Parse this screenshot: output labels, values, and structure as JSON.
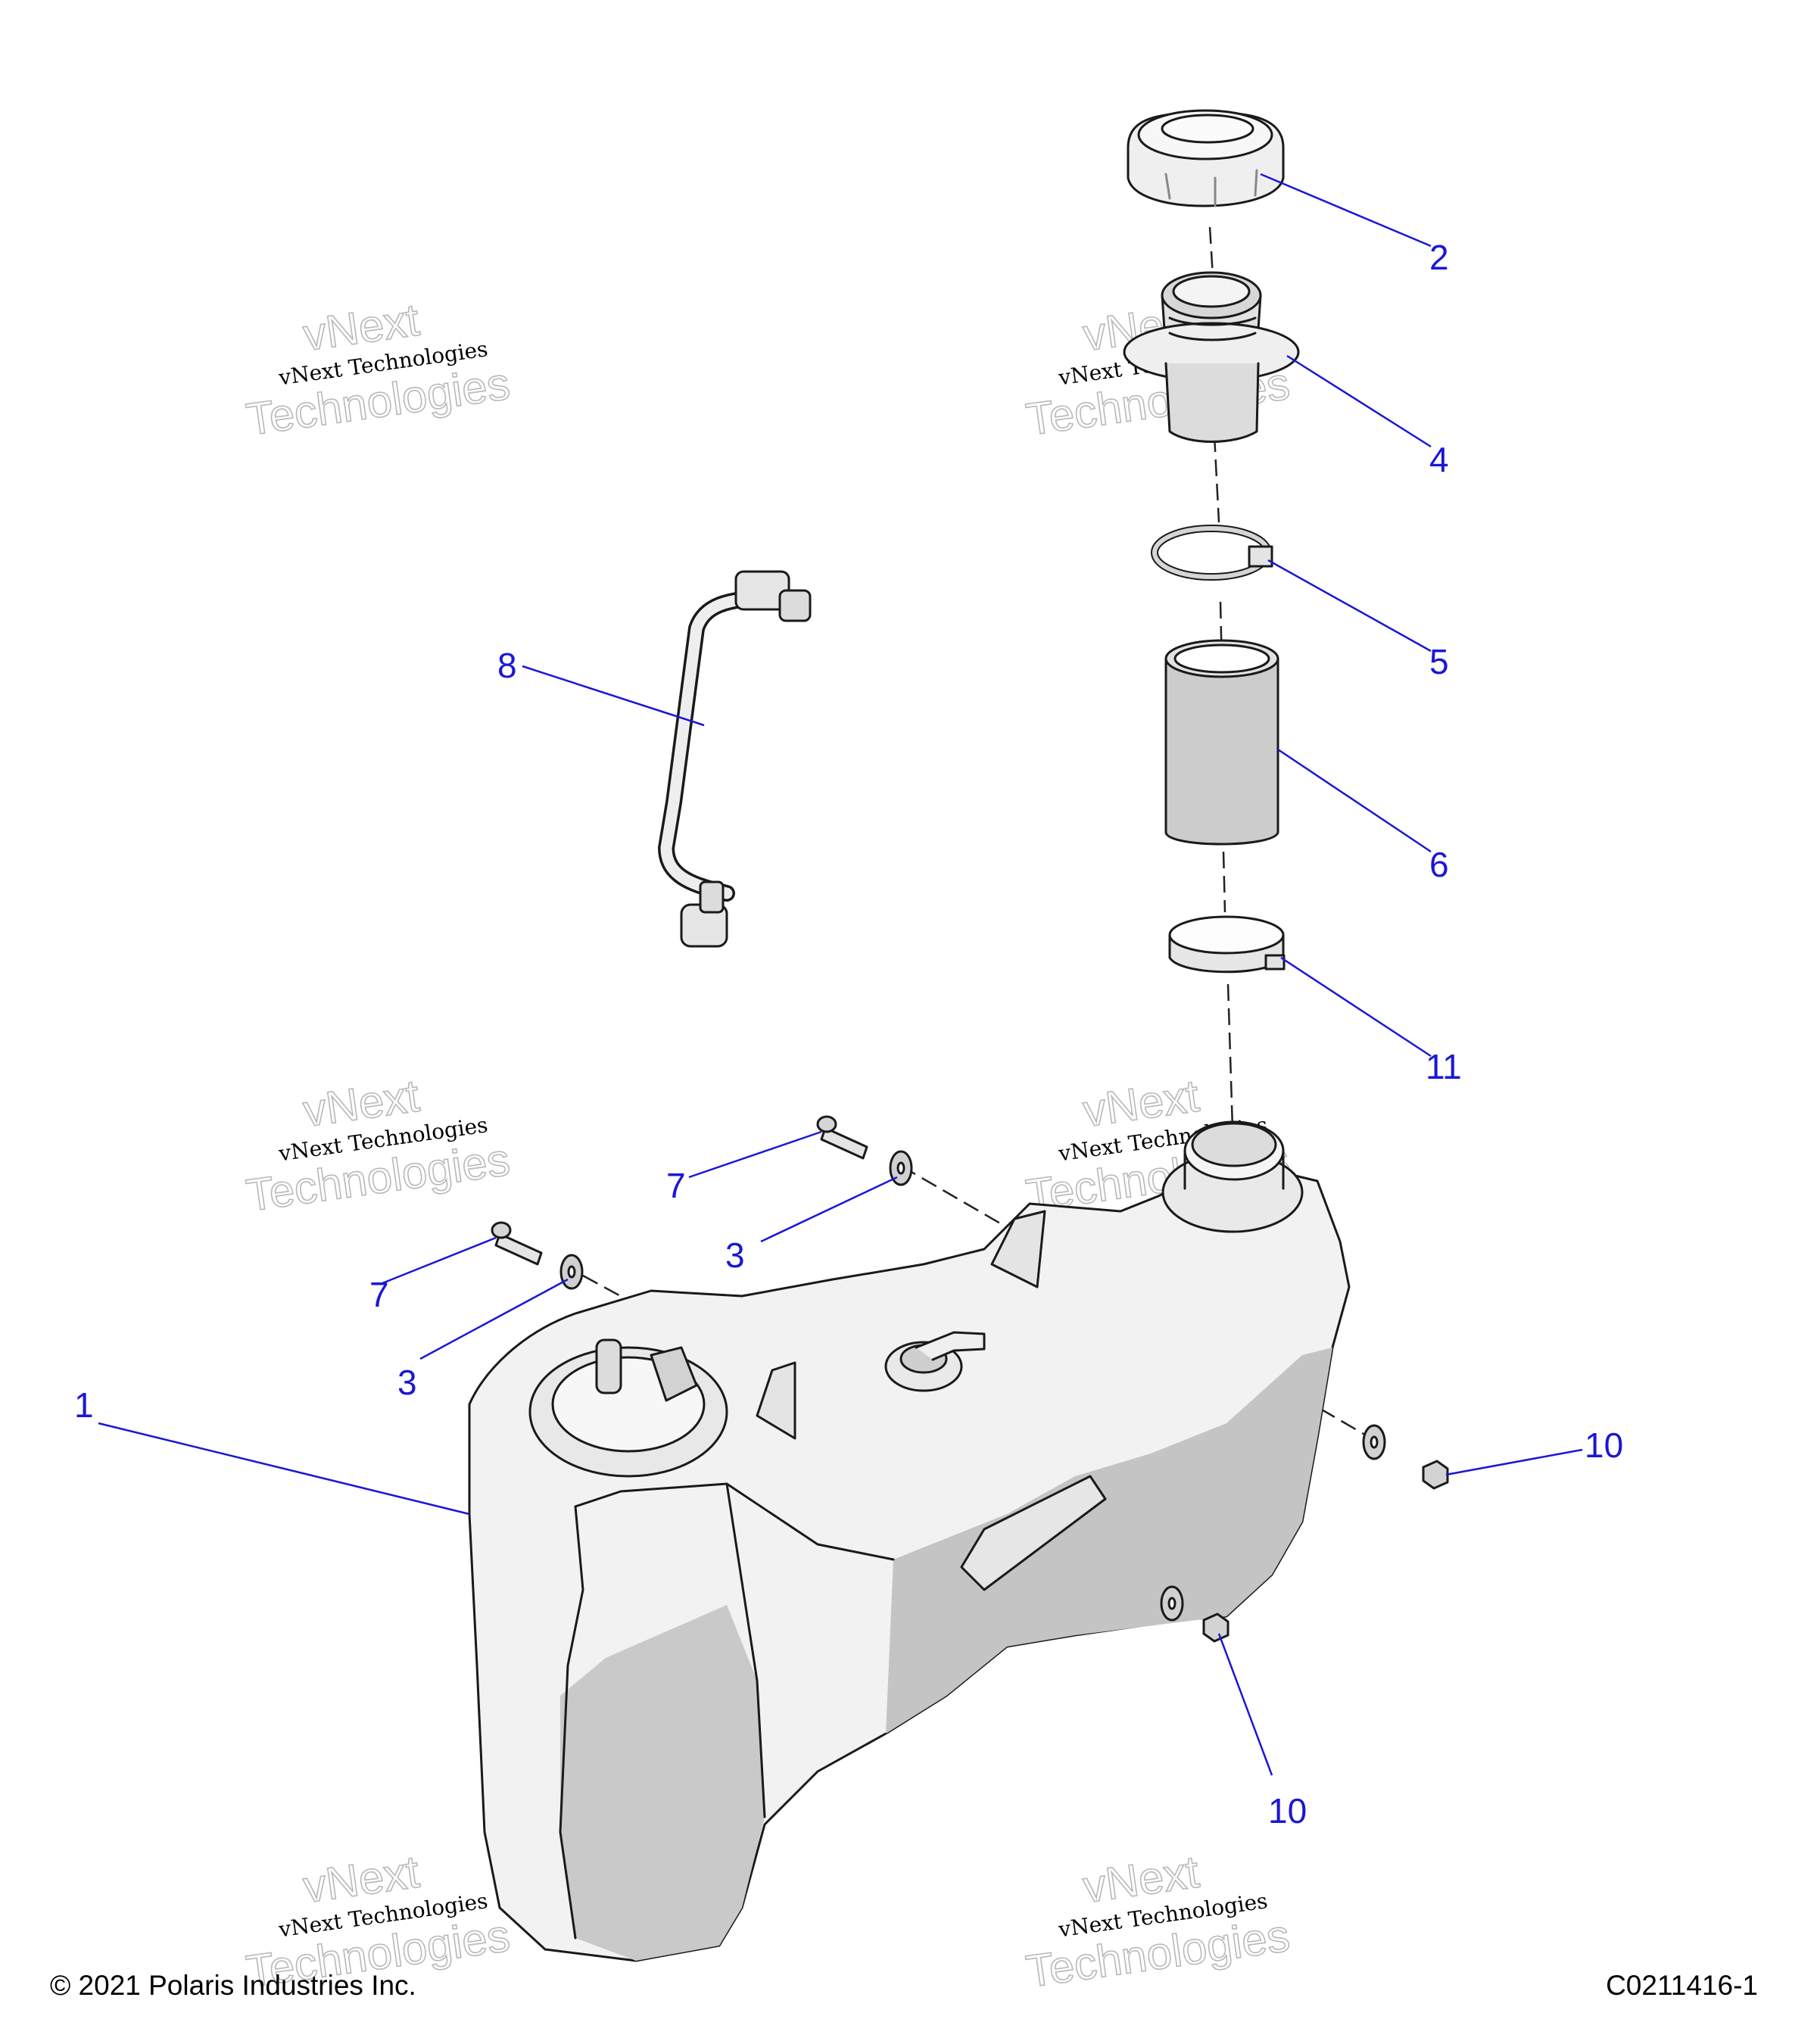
{
  "diagram": {
    "callouts": [
      {
        "key": "tank",
        "label": "1"
      },
      {
        "key": "cap",
        "label": "2"
      },
      {
        "key": "washer-upper",
        "label": "3"
      },
      {
        "key": "washer-lower",
        "label": "3"
      },
      {
        "key": "filler-neck",
        "label": "4"
      },
      {
        "key": "clamp-upper",
        "label": "5"
      },
      {
        "key": "hose",
        "label": "6"
      },
      {
        "key": "bolt-upper",
        "label": "7"
      },
      {
        "key": "bolt-lower",
        "label": "7"
      },
      {
        "key": "vent-line",
        "label": "8"
      },
      {
        "key": "nut-right",
        "label": "10"
      },
      {
        "key": "nut-lower",
        "label": "10"
      },
      {
        "key": "clamp-lower",
        "label": "11"
      }
    ],
    "watermark": {
      "line1": "vNext",
      "line2": "vNext Technologies",
      "line3": "Technologies"
    },
    "colors": {
      "callout": "#1a17d6",
      "part_fill": "#f2f2f2",
      "part_shade": "#c4c4c4",
      "line": "#1a1a1a"
    }
  },
  "footer": {
    "copyright": "© 2021 Polaris Industries Inc.",
    "drawing_number": "C0211416-1"
  }
}
